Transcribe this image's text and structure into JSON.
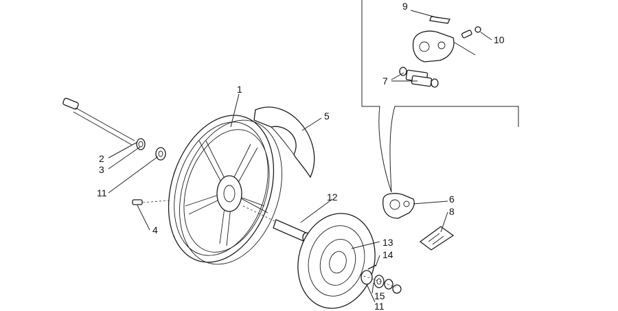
{
  "diagram": {
    "callouts": [
      {
        "id": "c1",
        "text": "1"
      },
      {
        "id": "c2",
        "text": "2"
      },
      {
        "id": "c3",
        "text": "3"
      },
      {
        "id": "c4",
        "text": "4"
      },
      {
        "id": "c5",
        "text": "5"
      },
      {
        "id": "c6",
        "text": "6"
      },
      {
        "id": "c7",
        "text": "7"
      },
      {
        "id": "c8",
        "text": "8"
      },
      {
        "id": "c9",
        "text": "9"
      },
      {
        "id": "c10",
        "text": "10"
      },
      {
        "id": "c11a",
        "text": "11"
      },
      {
        "id": "c11b",
        "text": "11"
      },
      {
        "id": "c12",
        "text": "12"
      },
      {
        "id": "c13",
        "text": "13"
      },
      {
        "id": "c14",
        "text": "14"
      },
      {
        "id": "c15",
        "text": "15"
      }
    ]
  }
}
